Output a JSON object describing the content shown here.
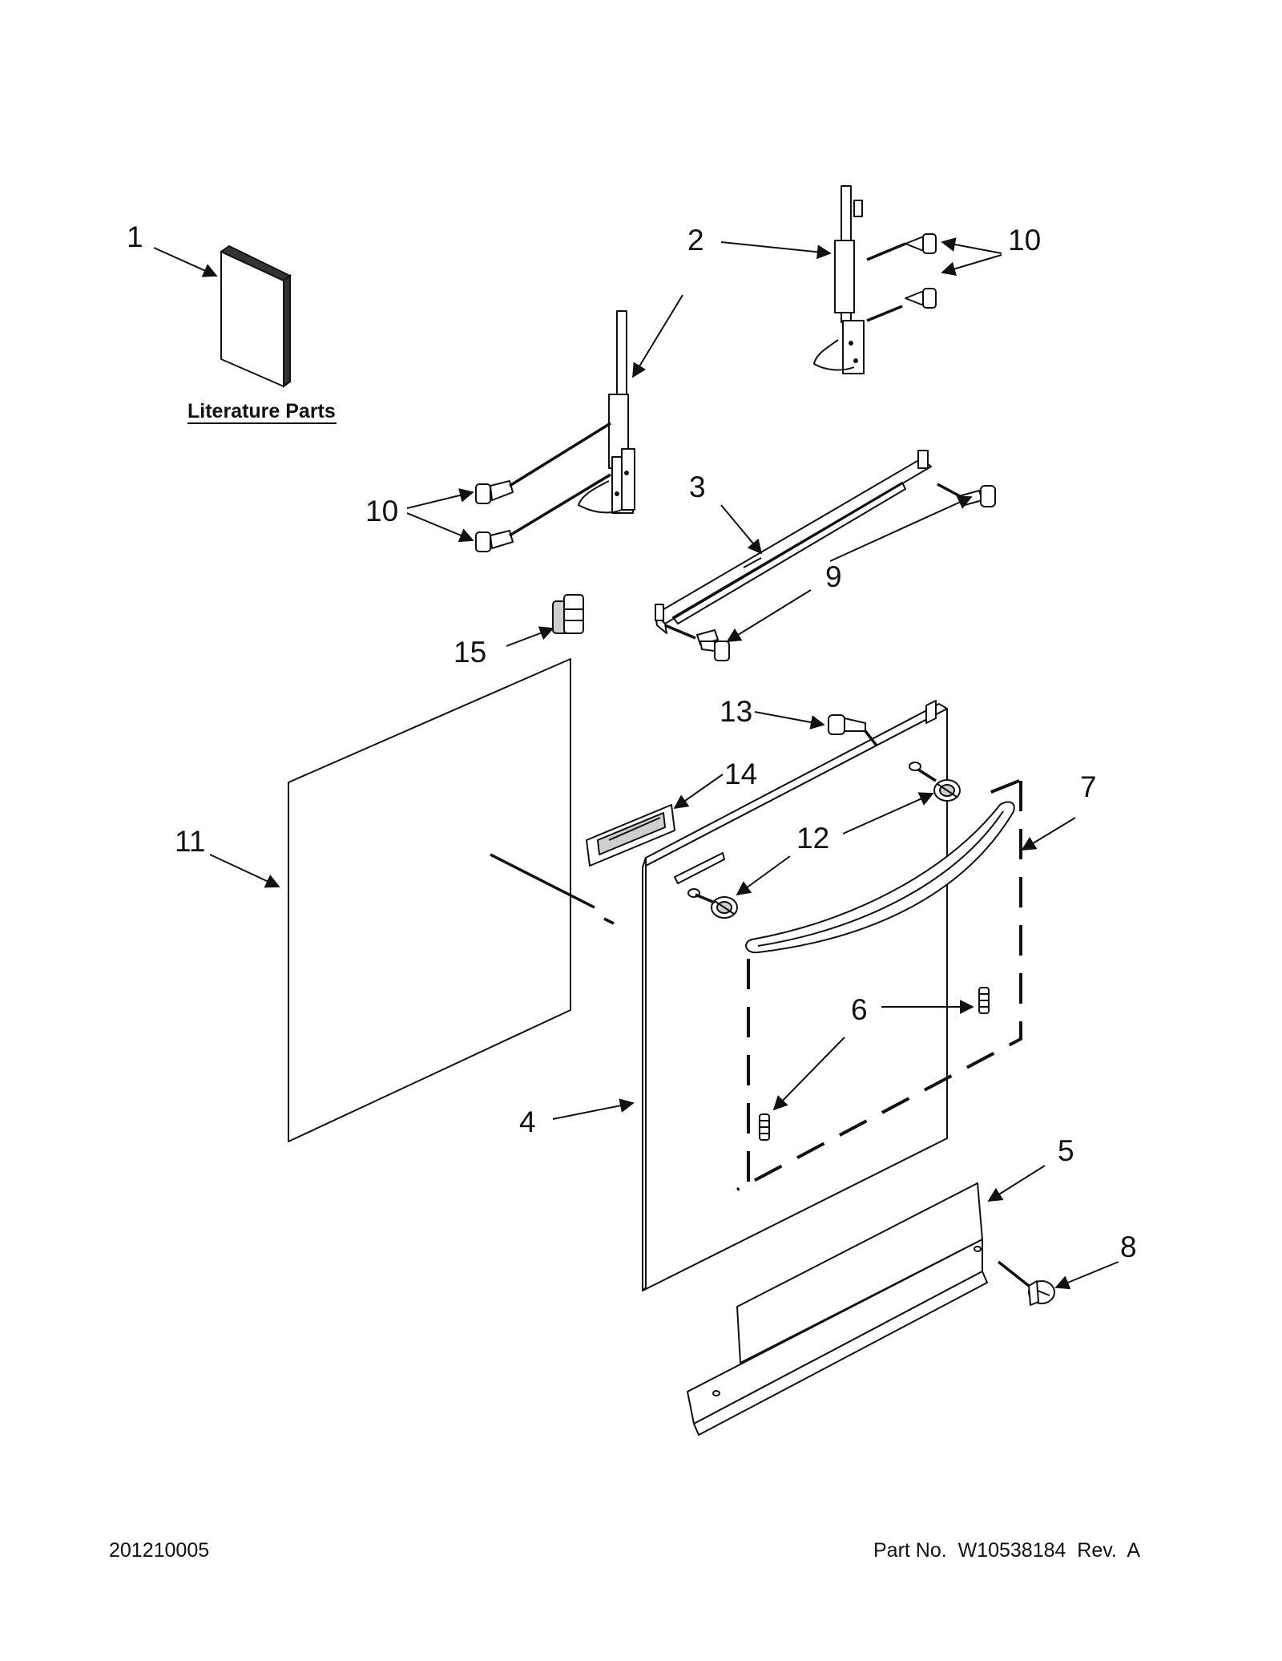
{
  "callouts": {
    "c1": "1",
    "c2": "2",
    "c3": "3",
    "c4": "4",
    "c5": "5",
    "c6": "6",
    "c7": "7",
    "c8": "8",
    "c9": "9",
    "c10a": "10",
    "c10b": "10",
    "c11": "11",
    "c12": "12",
    "c13": "13",
    "c14": "14",
    "c15": "15"
  },
  "literature_caption": "Literature Parts",
  "footer": {
    "diagram_code": "201210005",
    "part_number": "Part No.  W10538184  Rev.  A"
  }
}
